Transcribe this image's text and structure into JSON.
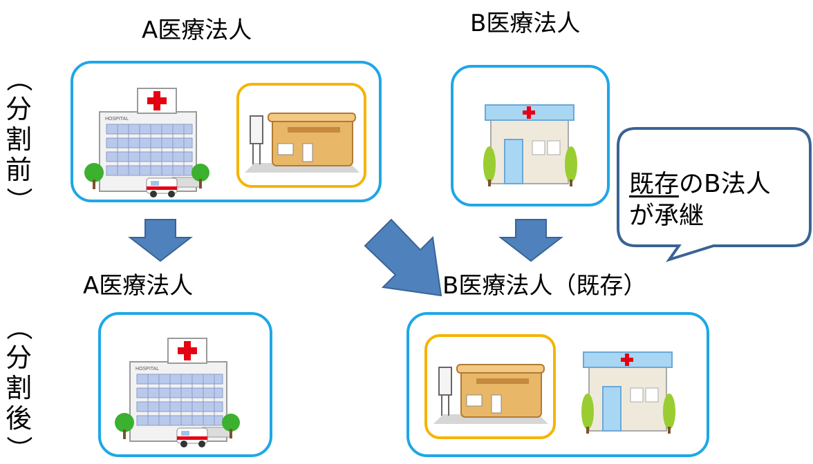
{
  "titles": {
    "top_left": "A医療法人",
    "top_right": "B医療法人",
    "bottom_left": "A医療法人",
    "bottom_right": "B医療法人（既存）"
  },
  "side_labels": {
    "before": {
      "open": "（",
      "chars": [
        "分",
        "割",
        "前"
      ],
      "close": "）"
    },
    "after": {
      "open": "（",
      "chars": [
        "分",
        "割",
        "後"
      ],
      "close": "）"
    }
  },
  "callout": {
    "line1_underlined": "既存",
    "line1_rest": "のB法人",
    "line2": "が承継"
  },
  "hospital_sign": "HOSPITAL",
  "colors": {
    "box_border": "#1ea7e6",
    "subbox_border": "#f5b400",
    "arrow_fill": "#4f81bd",
    "arrow_stroke": "#3a6394",
    "callout_border": "#3a6394"
  }
}
